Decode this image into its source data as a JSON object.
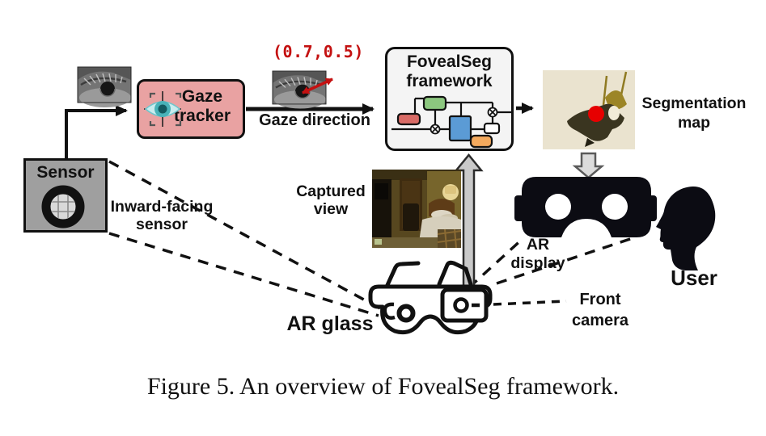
{
  "diagram": {
    "labels": {
      "sensor": "Sensor",
      "gaze_tracker": "Gaze tracker",
      "framework": "FovealSeg framework",
      "gaze_coordinates": "(0.7,0.5)",
      "gaze_direction": "Gaze direction",
      "segmentation_map": "Segmentation map",
      "inward_facing_sensor": "Inward-facing sensor",
      "captured_view": "Captured view",
      "ar_glass": "AR glass",
      "ar_display": "AR display",
      "front_camera": "Front camera",
      "user": "User"
    },
    "colors": {
      "gaze_tracker_box": "#e9a2a2",
      "sensor_box": "#9f9f9f",
      "framework_box": "#f4f4f4",
      "gaze_coordinates_text": "#c41111",
      "framework_block_green": "#8cc77f",
      "framework_block_red": "#d96b66",
      "framework_block_blue": "#5b9bd5",
      "framework_block_orange": "#f4aa5e",
      "segmentation_map_bg": "#eae3cf",
      "segmentation_highlight_dot": "#e60000"
    }
  },
  "caption": "Figure 5. An overview of FovealSeg framework."
}
